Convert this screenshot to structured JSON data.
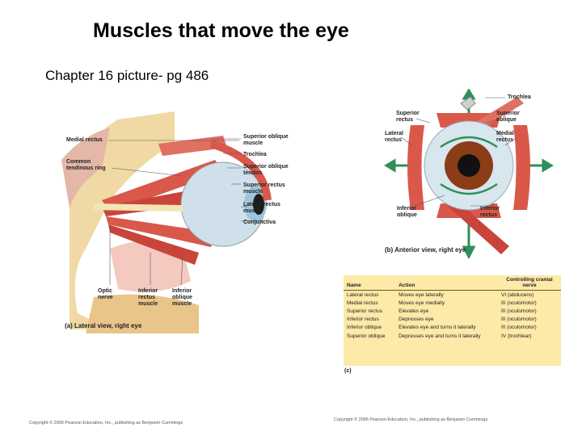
{
  "title": "Muscles that move the eye",
  "subtitle": "Chapter 16 picture- pg 486",
  "figure_a": {
    "labels": {
      "medial_rectus": "Medial rectus",
      "common_tendinous_ring": "Common tendinous ring",
      "superior_oblique_muscle": "Superior oblique muscle",
      "trochlea": "Trochlea",
      "superior_oblique_tendon": "Superior oblique tendon",
      "superior_rectus_muscle": "Superior rectus muscle",
      "lateral_rectus_muscle": "Lateral rectus muscle",
      "conjunctiva": "Conjunctiva",
      "optic_nerve": "Optic nerve",
      "inferior_rectus_muscle": "Inferior rectus muscle",
      "inferior_oblique_muscle": "Inferior oblique muscle"
    },
    "caption": "(a) Lateral view, right eye"
  },
  "figure_b": {
    "labels": {
      "trochlea": "Trochlea",
      "superior_rectus": "Superior rectus",
      "superior_oblique": "Superior oblique",
      "lateral_rectus": "Lateral rectus",
      "medial_rectus": "Medial rectus",
      "inferior_oblique": "Inferior oblique",
      "inferior_rectus": "Inferior rectus"
    },
    "caption": "(b) Anterior view, right eye"
  },
  "table": {
    "headers": {
      "name": "Name",
      "action": "Action",
      "nerve": "Controlling cranial nerve"
    },
    "rows": [
      {
        "name": "Lateral rectus",
        "action": "Moves eye laterally",
        "nerve": "VI (abducens)"
      },
      {
        "name": "Medial rectus",
        "action": "Moves eye medially",
        "nerve": "III (oculomotor)"
      },
      {
        "name": "Superior rectus",
        "action": "Elevates eye",
        "nerve": "III (oculomotor)"
      },
      {
        "name": "Inferior rectus",
        "action": "Depresses eye",
        "nerve": "III (oculomotor)"
      },
      {
        "name": "Inferior oblique",
        "action": "Elevates eye and turns it laterally",
        "nerve": "III (oculomotor)"
      },
      {
        "name": "Superior oblique",
        "action": "Depresses eye and turns it laterally",
        "nerve": "IV (trochlear)"
      }
    ],
    "caption": "(c)"
  },
  "copyright_left": "Copyright © 2006 Pearson Education, Inc., publishing as Benjamin Cummings",
  "copyright_right": "Copyright © 2006 Pearson Education, Inc., publishing as Benjamin Cummings",
  "colors": {
    "muscle": "#d9584a",
    "bone": "#f0d9a4",
    "iris": "#8a3d16",
    "table_bg": "#fde9a8"
  }
}
